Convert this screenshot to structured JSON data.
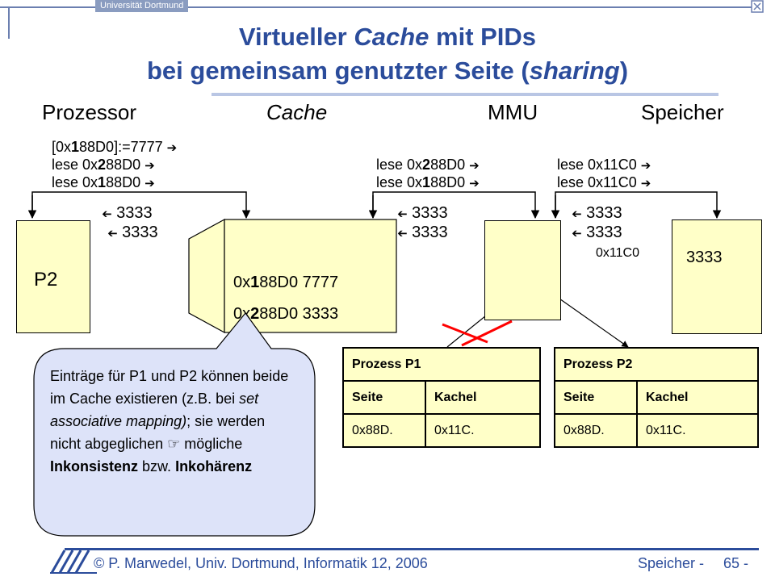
{
  "header": {
    "university": "Universität Dortmund"
  },
  "title": {
    "line1_pre": "Virtueller ",
    "line1_italic": "Cache",
    "line1_post": " mit PIDs",
    "line2_pre": "bei gemeinsam genutzter Seite (",
    "line2_italic": "sharing",
    "line2_post": ")"
  },
  "columns": {
    "processor": "Prozessor",
    "cache": "Cache",
    "mmu": "MMU",
    "memory": "Speicher"
  },
  "processor_cmds": {
    "c1_pre": "[0x",
    "c1_bold": "1",
    "c1_post": "88D0]:=7777",
    "c2_pre": "lese 0x",
    "c2_bold": "2",
    "c2_post": "88D0",
    "c3_pre": "lese 0x",
    "c3_bold": "1",
    "c3_post": "88D0"
  },
  "cache_cmds": {
    "c1_pre": "lese 0x",
    "c1_bold": "2",
    "c1_post": "88D0",
    "c2_pre": "lese 0x",
    "c2_bold": "1",
    "c2_post": "88D0"
  },
  "mmu_cmds": {
    "c1": "lese 0x11C0",
    "c2": "lese 0x11C0"
  },
  "arrows": {
    "right": "➔",
    "left": "➔"
  },
  "values": {
    "v1": "3333",
    "v2": "3333",
    "v3": "3333",
    "v4": "3333",
    "v5": "3333",
    "v6": "3333"
  },
  "boxes": {
    "p2_label": "P2",
    "cache_e1_pre": "0x",
    "cache_e1_bold": "1",
    "cache_e1_post": "88D0 7777",
    "cache_e2_pre": "0x",
    "cache_e2_bold": "2",
    "cache_e2_post": "88D0 3333",
    "mmu_addr": "0x11C0",
    "memory_value": "3333"
  },
  "table_p1": {
    "title": "Prozess P1",
    "col_page": "Seite",
    "col_frame": "Kachel",
    "page": "0x88D.",
    "frame": "0x11C."
  },
  "table_p2": {
    "title": "Prozess P2",
    "col_page": "Seite",
    "col_frame": "Kachel",
    "page": "0x88D.",
    "frame": "0x11C."
  },
  "bubble": {
    "t1": "Einträge für P1 und P2 können beide im Cache existieren (z.B. bei ",
    "t2": "set associative mapping)",
    "t3": "; sie werden nicht abgeglichen ",
    "pointer": "☞",
    "t4": " mögliche ",
    "t5": "Inkonsistenz",
    "t6": " bzw. ",
    "t7": "Inkohärenz"
  },
  "footer": {
    "copyright_symbol": "©",
    "credit": " P. Marwedel, Univ. Dortmund, Informatik 12, 2006",
    "section": "Speicher -",
    "page": "65 -"
  },
  "colors": {
    "title_blue": "#2b4c9b",
    "box_fill": "#ffffc8",
    "bubble_fill": "#dde3f9",
    "cross_red": "#ff0000"
  }
}
